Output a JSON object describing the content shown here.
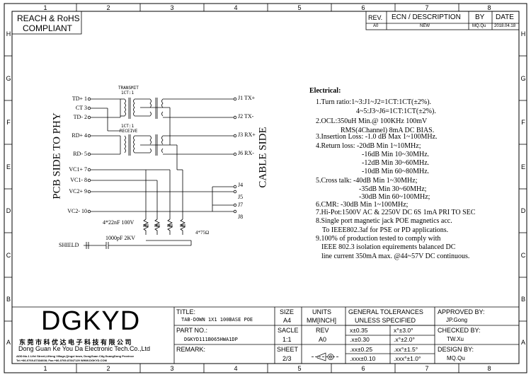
{
  "compliance": {
    "line1": "REACH & RoHS",
    "line2": "COMPLIANT"
  },
  "revision": {
    "headers": {
      "rev": "REV.",
      "ecn": "ECN / DESCRIPTION",
      "by": "BY",
      "date": "DATE"
    },
    "row": {
      "rev": "A0",
      "ecn": "NEW",
      "by": "MQ.Qu",
      "date": "2018.04.18"
    }
  },
  "zones": {
    "columns": [
      "1",
      "2",
      "3",
      "4",
      "5",
      "6",
      "7",
      "8"
    ],
    "rows": [
      "H",
      "G",
      "F",
      "E",
      "D",
      "C",
      "B",
      "A"
    ]
  },
  "schematic": {
    "transmit_label": "TRANSMIT",
    "transmit_ratio": "1CT:1",
    "receive_ratio": "1CT:1",
    "receive_label": "RECEIVE",
    "left_pins": [
      "TD+ 1",
      "CT  3",
      "TD- 2",
      "RD+ 4",
      "RD- 5",
      "VC1+ 7",
      "VC1- 8",
      "VC2+ 9",
      "VC2- 10"
    ],
    "right_pins": [
      "J1 TX+",
      "J2 TX-",
      "J3 RX+",
      "J6 RX-",
      "J4",
      "J5",
      "J7",
      "J8"
    ],
    "cap_label": "4*22nF 100V",
    "res_label": "4*75Ω",
    "shield_label": "SHIELD",
    "shield_cap": "1000pF 2KV",
    "pcb_side": "PCB SIDE TO PHY",
    "cable_side": "CABLE SIDE"
  },
  "electrical": {
    "title": "Electrical:",
    "lines": [
      "1.Turn ratio:1~3:J1~J2=1CT:1CT(±2%).",
      "4~5:J3~J6=1CT:1CT(±2%).",
      "2.OCL:350uH Min.@ 100KHz 100mV",
      "RMS(4Channel) 8mA DC BIAS.",
      "3.Insertion Loss: -1.0 dB Max 1~100MHz.",
      "4.Return loss: -20dB Min 1~10MHz;",
      "-16dB Min 10~30MHz.",
      "-12dB Min 30~60MHz.",
      "-10dB Min 60~80MHz.",
      "5.Cross talk: -40dB Min 1~30MHz;",
      "-35dB Min 30~60MHz;",
      "-30dB Min 60~100MHz;",
      "6.CMR: -30dB Min 1~100MHz;",
      "7.Hi-Pot:1500V AC & 2250V DC 6S 1mA PRI TO SEC",
      "8.Single port magnetic jack POE magnetics acc.",
      "To IEEE802.3af for  PSE or  PD   applications.",
      "9.100% of production tested to comply with",
      "IEEE 802.3 isolation equirements balanced DC",
      "line current 350mA max. @44~57V DC continuous."
    ]
  },
  "title_block": {
    "logo": "DGKYD",
    "company_cn": "东 莞 市 科 优 达 电 子 科 技 有 限 公 司",
    "company_en": "Dong Guan Ke You Da Electronic Tech.Co.,Ltd",
    "address": "ADD:No.1 Lifei Street,LiHeng Village,Qingxi town, DongGuan City,GuangDong Province",
    "contact": "Tel:+86-0769-87334608; Fax:+86-0769-87847129  WWW.DGKYD.COM",
    "title_label": "TITLE:",
    "title_value": "TAB-DOWN 1X1 100BASE POE",
    "part_label": "PART NO.:",
    "part_value": "DGKYD111B065HWA1DP",
    "remark_label": "REMARK:",
    "size_label": "SIZE",
    "size_value": "A4",
    "scale_label": "SACLE",
    "scale_value": "1:1",
    "sheet_label": "SHEET",
    "sheet_value": "2/3",
    "units_label": "UNITS",
    "units_value": "MM[INCH]",
    "rev_label": "REV",
    "rev_value": "A0",
    "tol_title1": "GENERAL TOLERANCES",
    "tol_title2": "UNLESS SPECIFIED",
    "tolerances": [
      [
        "x±0.35",
        "x°±3.0°"
      ],
      [
        ".x±0.30",
        ".x°±2.0°"
      ],
      [
        ".xx±0.25",
        ".xx°±1.5°"
      ],
      [
        ".xxx±0.10",
        ".xxx°±1.0°"
      ]
    ],
    "approved_label": "APPROVED BY:",
    "approved_value": "JP.Gong",
    "checked_label": "CHECKED BY:",
    "checked_value": "TW.Xu",
    "design_label": "DESIGN BY:",
    "design_value": "MQ.Qu"
  }
}
